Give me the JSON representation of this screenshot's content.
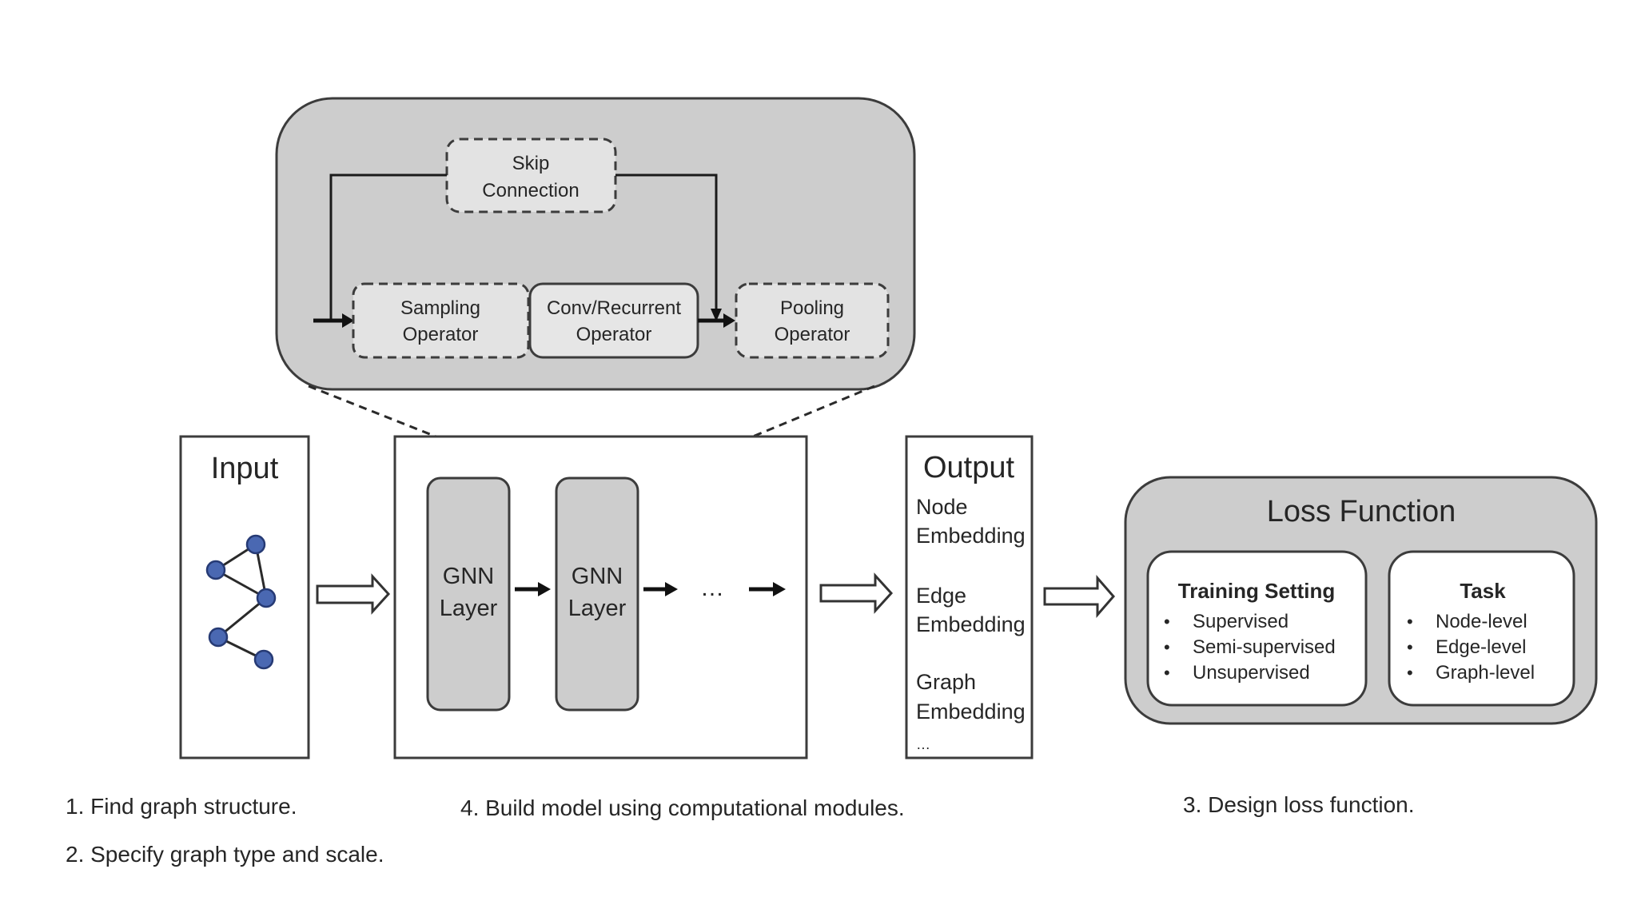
{
  "module_detail": {
    "skip_connection": [
      "Skip",
      "Connection"
    ],
    "sampling_operator": [
      "Sampling",
      "Operator"
    ],
    "conv_recurrent_operator": [
      "Conv/Recurrent",
      "Operator"
    ],
    "pooling_operator": [
      "Pooling",
      "Operator"
    ]
  },
  "input": {
    "title": "Input",
    "graph_icon": "graph-icon",
    "node_color": "#4a68b2"
  },
  "model": {
    "layers": [
      [
        "GNN",
        "Layer"
      ],
      [
        "GNN",
        "Layer"
      ]
    ],
    "ellipsis": "…"
  },
  "output": {
    "title": "Output",
    "items": [
      [
        "Node",
        "Embedding"
      ],
      [
        "Edge",
        "Embedding"
      ],
      [
        "Graph",
        "Embedding"
      ]
    ],
    "ellipsis": "…"
  },
  "loss": {
    "title": "Loss Function",
    "training_setting": {
      "title": "Training Setting",
      "items": [
        "Supervised",
        "Semi-supervised",
        "Unsupervised"
      ]
    },
    "task": {
      "title": "Task",
      "items": [
        "Node-level",
        "Edge-level",
        "Graph-level"
      ]
    },
    "bullet": "•"
  },
  "captions": {
    "step1": "1. Find graph structure.",
    "step2": "2. Specify graph type and scale.",
    "step3": "3. Design loss function.",
    "step4": "4. Build model using computational modules."
  },
  "colors": {
    "panel_grey": "#cdcdcd",
    "operator_fill": "#e3e3e3",
    "node_blue": "#4a68b2"
  }
}
